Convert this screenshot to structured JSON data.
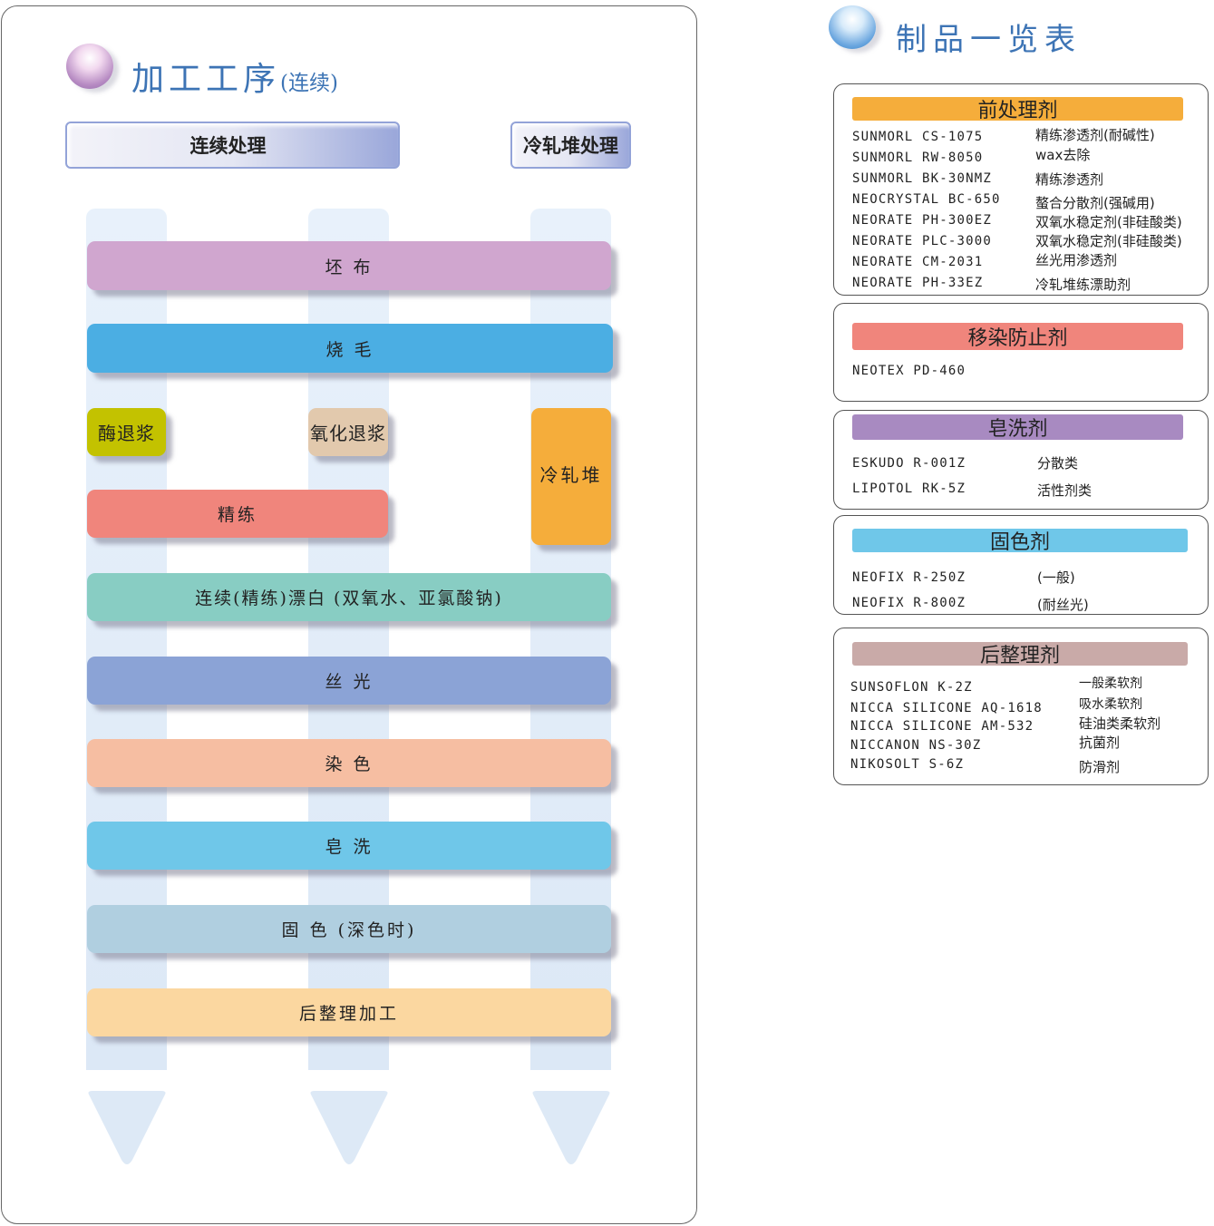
{
  "process": {
    "title": "加工工序",
    "title_sub": "(连续)",
    "mode_continuous": "连续处理",
    "mode_cold": "冷轧堆处理",
    "steps": [
      {
        "label": "坯  布",
        "color": "#d0a6cf"
      },
      {
        "label": "烧  毛",
        "color": "#4baee3"
      },
      {
        "label": "酶退浆",
        "color": "#c3c200"
      },
      {
        "label": "氧化退浆",
        "color": "#e2c9ad"
      },
      {
        "label": "冷轧堆",
        "color": "#f5ad3b"
      },
      {
        "label": "精练",
        "color": "#f0857c"
      },
      {
        "label": "连续(精练)漂白 (双氧水、亚氯酸钠)",
        "color": "#88cdc3"
      },
      {
        "label": "丝  光",
        "color": "#8ba3d6"
      },
      {
        "label": "染  色",
        "color": "#f6bea2"
      },
      {
        "label": "皂  洗",
        "color": "#6fc7e9"
      },
      {
        "label": "固  色  (深色时)",
        "color": "#b0cfe0"
      },
      {
        "label": "后整理加工",
        "color": "#fbd7a0"
      }
    ]
  },
  "products": {
    "title": "制品一览表",
    "categories": [
      {
        "name": "前处理剂",
        "color": "#f5ad3b",
        "items": [
          {
            "name": "SUNMORL  CS-1075",
            "desc": "精练渗透剂(耐碱性)"
          },
          {
            "name": "SUNMORL  RW-8050",
            "desc": "wax去除"
          },
          {
            "name": "SUNMORL BK-30NMZ",
            "desc": "精练渗透剂"
          },
          {
            "name": "NEOCRYSTAL BC-650",
            "desc": "螯合分散剂(强碱用)"
          },
          {
            "name": "NEORATE  PH-300EZ",
            "desc": "双氧水稳定剂(非硅酸类)"
          },
          {
            "name": "NEORATE  PLC-3000",
            "desc": "双氧水稳定剂(非硅酸类)"
          },
          {
            "name": "NEORATE  CM-2031",
            "desc": "丝光用渗透剂"
          },
          {
            "name": "NEORATE PH-33EZ",
            "desc": "冷轧堆练漂助剂"
          }
        ]
      },
      {
        "name": "移染防止剂",
        "color": "#f0857c",
        "items": [
          {
            "name": "NEOTEX PD-460",
            "desc": ""
          }
        ]
      },
      {
        "name": "皂洗剂",
        "color": "#a88ac1",
        "items": [
          {
            "name": "ESKUDO R-001Z",
            "desc": "分散类"
          },
          {
            "name": "LIPOTOL RK-5Z",
            "desc": "活性剂类"
          }
        ]
      },
      {
        "name": "固色剂",
        "color": "#6fc7e9",
        "items": [
          {
            "name": "NEOFIX R-250Z",
            "desc": "(一般)"
          },
          {
            "name": "NEOFIX R-800Z",
            "desc": "(耐丝光)"
          }
        ]
      },
      {
        "name": "后整理剂",
        "color": "#c9aaa8",
        "items": [
          {
            "name": "SUNSOFLON K-2Z",
            "desc": "一般柔软剂"
          },
          {
            "name": "NICCA SILICONE AQ-1618",
            "desc": "吸水柔软剂"
          },
          {
            "name": "NICCA SILICONE AM-532",
            "desc": "硅油类柔软剂"
          },
          {
            "name": "NICCANON  NS-30Z",
            "desc": "抗菌剂"
          },
          {
            "name": "NIKOSOLT S-6Z",
            "desc": "防滑剂"
          }
        ]
      }
    ]
  }
}
